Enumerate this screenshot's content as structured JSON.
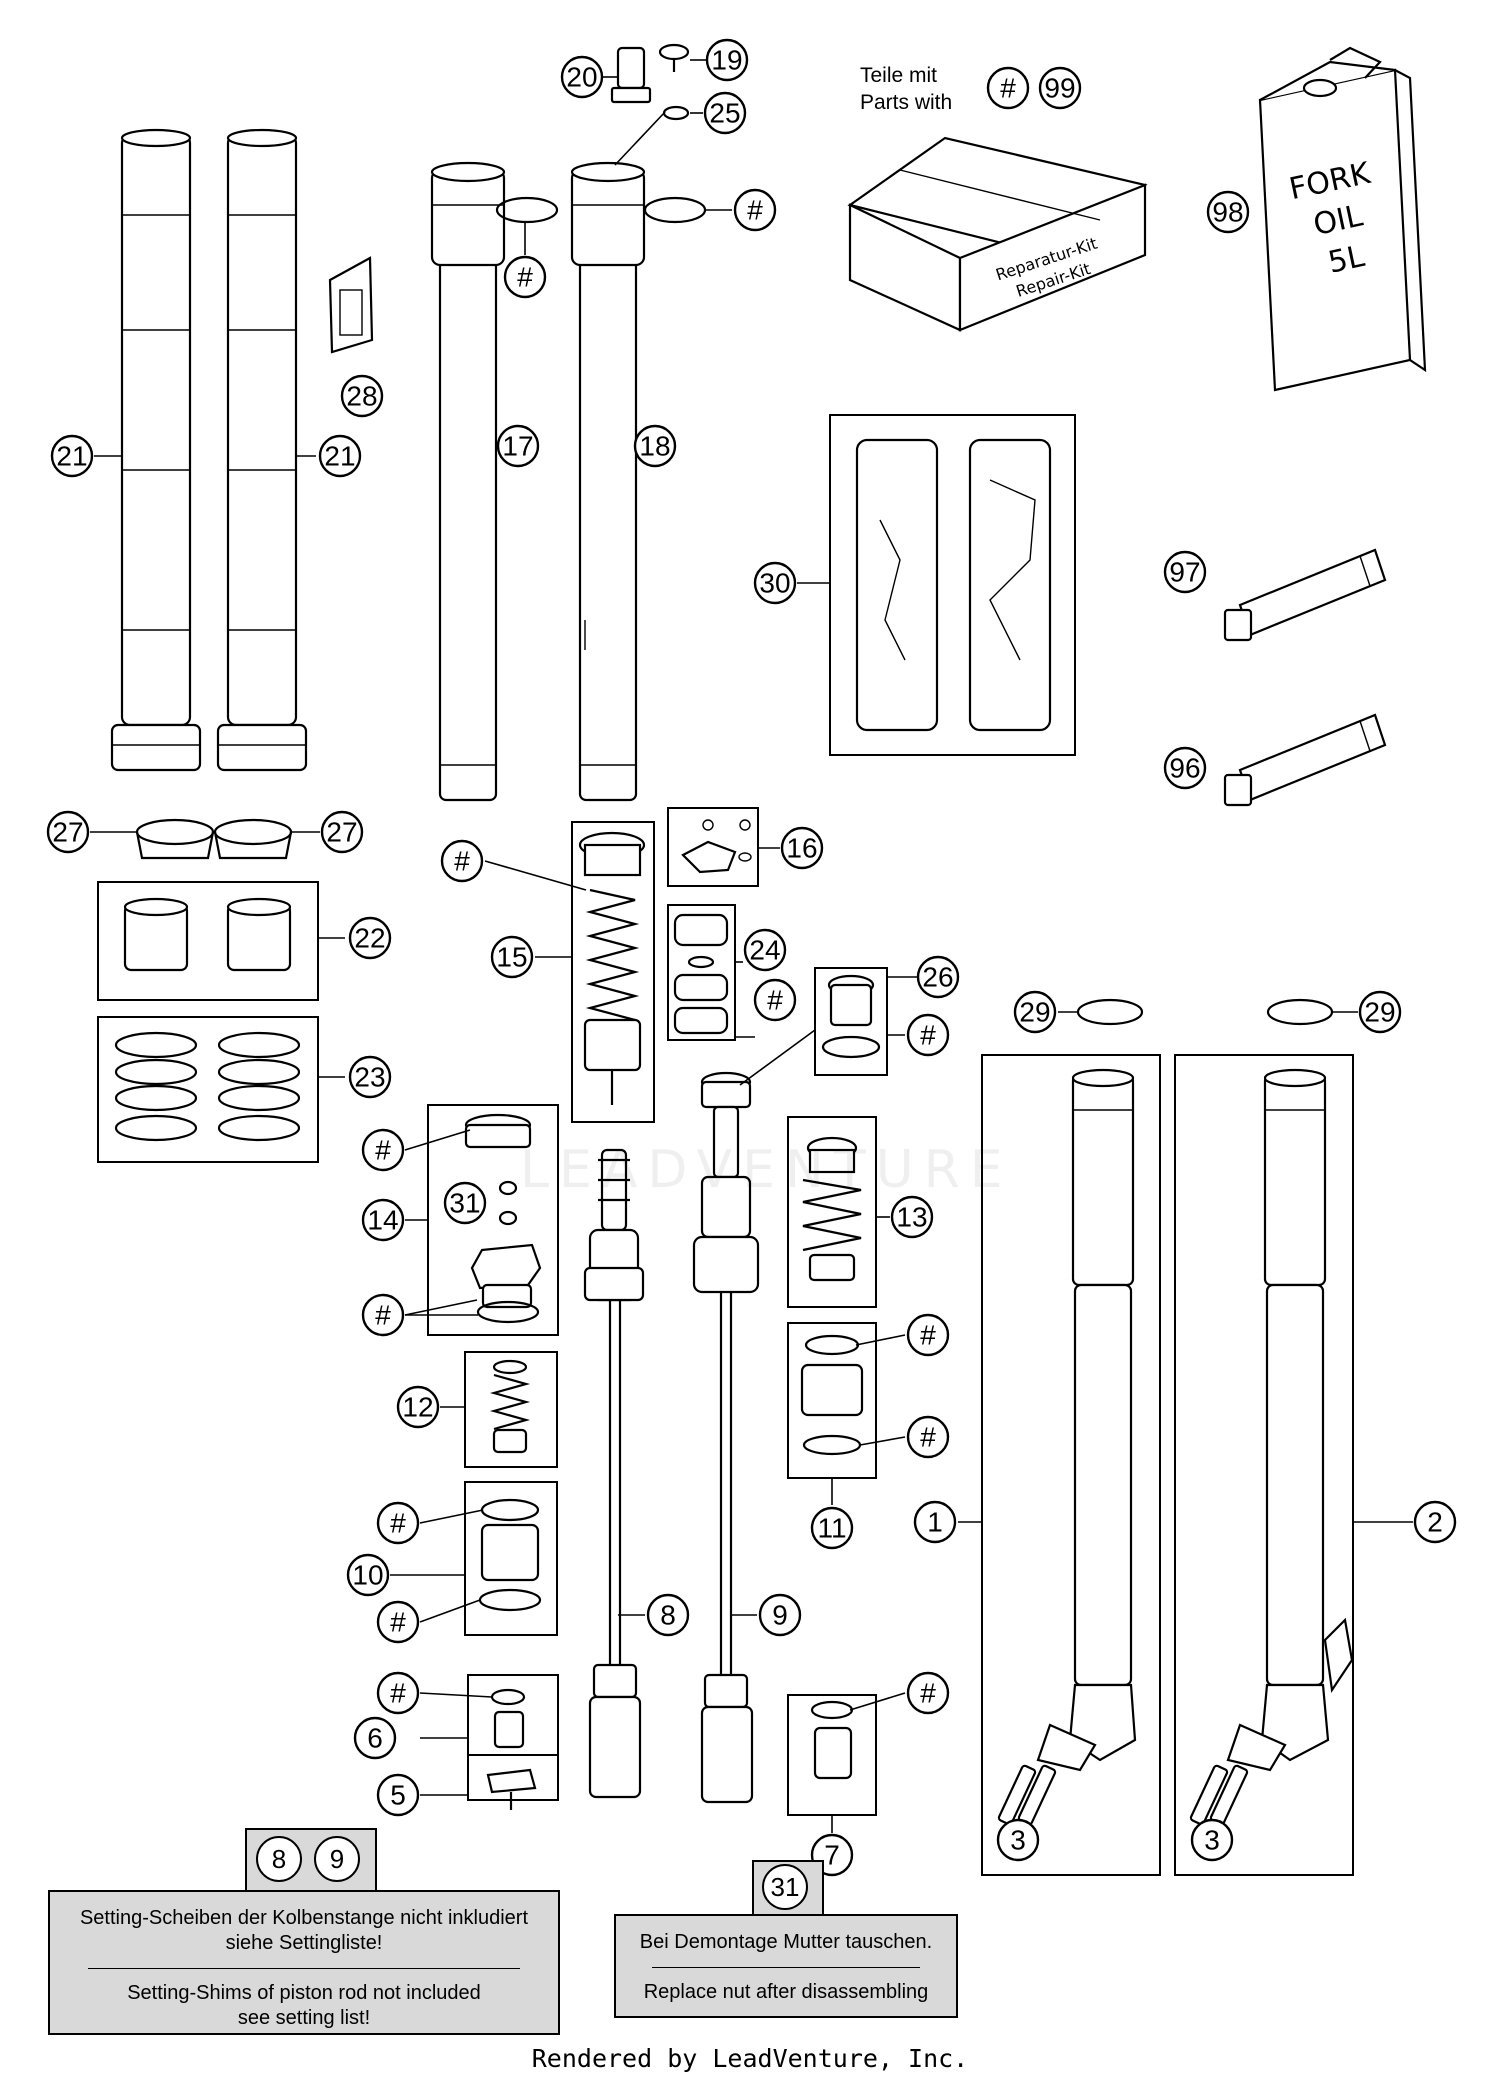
{
  "callouts": [
    {
      "id": "c20",
      "label": "20"
    },
    {
      "id": "c19",
      "label": "19"
    },
    {
      "id": "c25",
      "label": "25"
    },
    {
      "id": "c99h",
      "label": "#"
    },
    {
      "id": "c99",
      "label": "99"
    },
    {
      "id": "c98",
      "label": "98"
    },
    {
      "id": "c21a",
      "label": "21"
    },
    {
      "id": "c21b",
      "label": "21"
    },
    {
      "id": "c28",
      "label": "28"
    },
    {
      "id": "c17",
      "label": "17"
    },
    {
      "id": "c18",
      "label": "18"
    },
    {
      "id": "chash_ring17",
      "label": "#"
    },
    {
      "id": "chash_ring18",
      "label": "#"
    },
    {
      "id": "c30",
      "label": "30"
    },
    {
      "id": "c97",
      "label": "97"
    },
    {
      "id": "c96",
      "label": "96"
    },
    {
      "id": "c27a",
      "label": "27"
    },
    {
      "id": "c27b",
      "label": "27"
    },
    {
      "id": "c22",
      "label": "22"
    },
    {
      "id": "c23",
      "label": "23"
    },
    {
      "id": "c16",
      "label": "16"
    },
    {
      "id": "chash15",
      "label": "#"
    },
    {
      "id": "c15",
      "label": "15"
    },
    {
      "id": "c24",
      "label": "24"
    },
    {
      "id": "chash24",
      "label": "#"
    },
    {
      "id": "c26",
      "label": "26"
    },
    {
      "id": "chash26",
      "label": "#"
    },
    {
      "id": "c29a",
      "label": "29"
    },
    {
      "id": "c29b",
      "label": "29"
    },
    {
      "id": "chash14a",
      "label": "#"
    },
    {
      "id": "c14",
      "label": "14"
    },
    {
      "id": "c31",
      "label": "31"
    },
    {
      "id": "chash14b",
      "label": "#"
    },
    {
      "id": "c13",
      "label": "13"
    },
    {
      "id": "chash11a",
      "label": "#"
    },
    {
      "id": "chash11b",
      "label": "#"
    },
    {
      "id": "c11",
      "label": "11"
    },
    {
      "id": "c12",
      "label": "12"
    },
    {
      "id": "chash10a",
      "label": "#"
    },
    {
      "id": "c10",
      "label": "10"
    },
    {
      "id": "chash10b",
      "label": "#"
    },
    {
      "id": "c8",
      "label": "8"
    },
    {
      "id": "c9",
      "label": "9"
    },
    {
      "id": "c1",
      "label": "1"
    },
    {
      "id": "c2",
      "label": "2"
    },
    {
      "id": "chash6",
      "label": "#"
    },
    {
      "id": "c6",
      "label": "6"
    },
    {
      "id": "c5",
      "label": "5"
    },
    {
      "id": "chash7",
      "label": "#"
    },
    {
      "id": "c7",
      "label": "7"
    },
    {
      "id": "c3a",
      "label": "3"
    },
    {
      "id": "c3b",
      "label": "3"
    }
  ],
  "parts_legend": {
    "line1": "Teile mit",
    "line2": "Parts with"
  },
  "kit_box": {
    "line1": "Reparatur-Kit",
    "line2": "Repair-Kit"
  },
  "oil_can": {
    "line1": "FORK",
    "line2": "OIL",
    "line3": "5L"
  },
  "note_piston": {
    "badge1": "8",
    "badge2": "9",
    "de_line1": "Setting-Scheiben der Kolbenstange nicht inkludiert",
    "de_line2": "siehe Settingliste!",
    "en_line1": "Setting-Shims of piston rod not included",
    "en_line2": "see setting list!"
  },
  "note_nut": {
    "badge": "31",
    "de": "Bei Demontage Mutter tauschen.",
    "en": "Replace nut after disassembling"
  },
  "watermark": "LEADVENTURE",
  "footer": "Rendered by LeadVenture, Inc."
}
